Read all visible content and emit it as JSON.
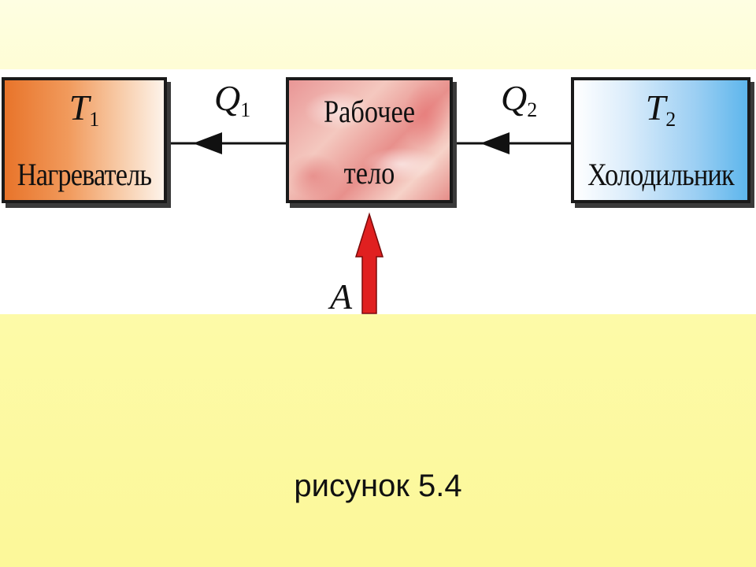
{
  "diagram": {
    "heater": {
      "symbol": "T",
      "symbol_sub": "1",
      "name": "Нагреватель",
      "color": "#e8742a"
    },
    "working_body": {
      "name_line1": "Рабочее",
      "name_line2": "тело",
      "color": "#e99696"
    },
    "cooler": {
      "symbol": "T",
      "symbol_sub": "2",
      "name": "Холодильник",
      "color": "#5eb6ec"
    },
    "flow_q1": {
      "symbol": "Q",
      "sub": "1"
    },
    "flow_q2": {
      "symbol": "Q",
      "sub": "2"
    },
    "work": {
      "symbol": "A",
      "color": "#e02020"
    }
  },
  "caption": "рисунок 5.4"
}
